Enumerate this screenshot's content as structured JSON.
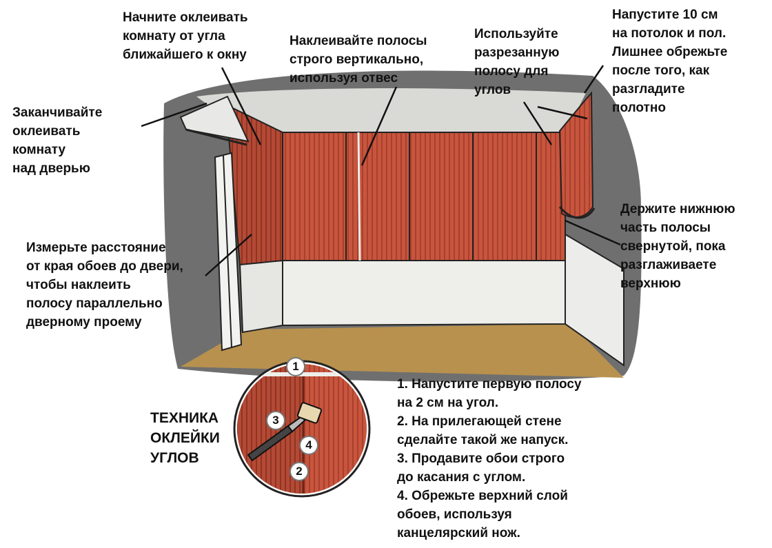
{
  "colors": {
    "wallpaper": "#c8553e",
    "wallpaper_dark": "#a8402c",
    "ceiling": "#d9d9d6",
    "shadow": "#6f6f6f",
    "floor": "#b8914e",
    "baseboard": "#eeeeea"
  },
  "labels": {
    "finish_over_door": [
      "Заканчивайте",
      "оклеивать",
      "комнату",
      "над дверью"
    ],
    "start_corner": [
      "Начните оклеивать",
      "комнату от угла",
      "ближайшего к окну"
    ],
    "vertical_strips": [
      "Наклеивайте полосы",
      "строго вертикально,",
      "используя отвес"
    ],
    "cut_strip_corners": [
      "Используйте",
      "разрезанную",
      "полосу для",
      "углов"
    ],
    "overlap_10cm": [
      "Напустите 10 см",
      "на потолок и пол.",
      "Лишнее обрежьте",
      "после того, как",
      "разгладите",
      "полотно"
    ],
    "hold_bottom": [
      "Держите нижнюю",
      "часть полосы",
      "свернутой, пока",
      "разглаживаете",
      "верхнюю"
    ],
    "measure_door": [
      "Измерьте расстояние",
      "от края обоев до двери,",
      "чтобы наклеить",
      "полосу параллельно",
      "дверному проему"
    ]
  },
  "corner_technique": {
    "title": [
      "ТЕХНИКА",
      "ОКЛЕЙКИ",
      "УГЛОВ"
    ],
    "markers": [
      "1",
      "2",
      "3",
      "4"
    ],
    "steps": [
      "1. Напустите первую полосу",
      "на 2 см на угол.",
      "2. На прилегающей стене",
      "сделайте такой же напуск.",
      "3. Продавите обои строго",
      "до касания с углом.",
      "4. Обрежьте верхний слой",
      "обоев, используя",
      "канцелярский нож."
    ]
  }
}
